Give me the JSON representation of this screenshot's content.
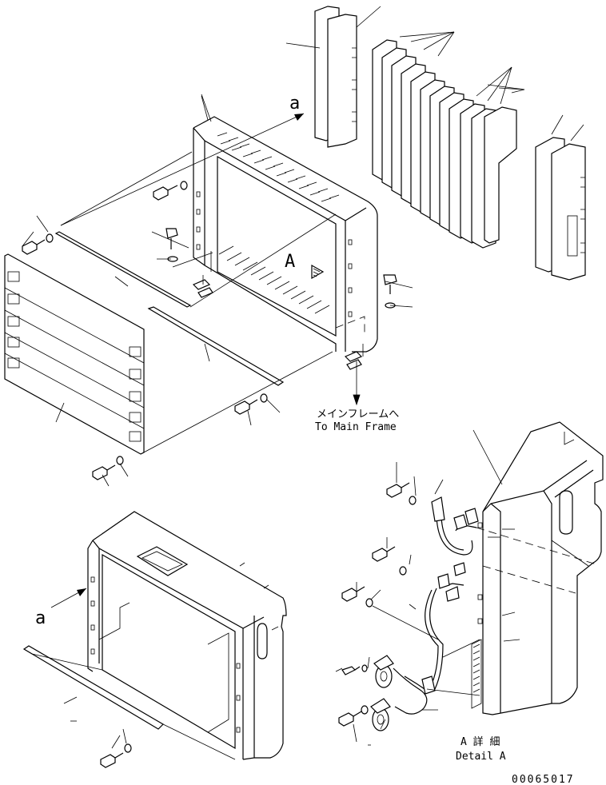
{
  "labels": {
    "view_arrow_top": "a",
    "view_arrow_bottom": "a",
    "detail_marker": "A",
    "main_frame_jp": "メインフレームへ",
    "main_frame_en": "To Main Frame",
    "detail_jp": "A 詳 細",
    "detail_en": "Detail A",
    "drawing_number": "00065017"
  },
  "colors": {
    "line": "#000000",
    "background": "#ffffff"
  }
}
